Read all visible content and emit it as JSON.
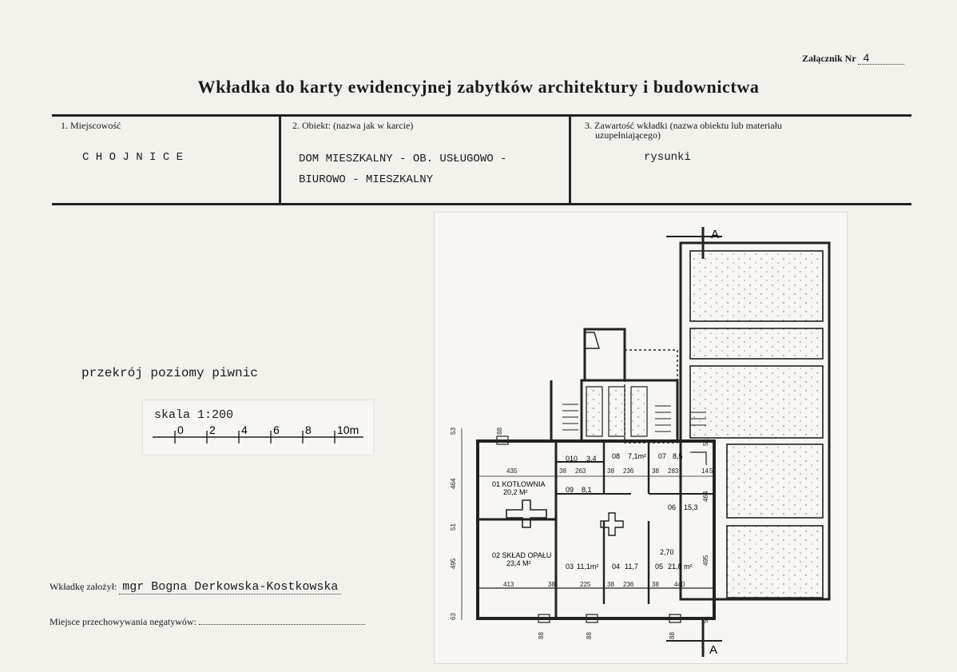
{
  "header": {
    "annex_label": "Załącznik Nr",
    "annex_number": "4",
    "title": "Wkładka do karty ewidencyjnej zabytków architektury i budownictwa"
  },
  "fields": [
    {
      "label": "1. Miejscowość",
      "value_lines": [
        "C H O J N I C E"
      ]
    },
    {
      "label": "2. Obiekt: (nazwa jak w karcie)",
      "value_lines": [
        "DOM MIESZKALNY - OB. USŁUGOWO -",
        "BIUROWO - MIESZKALNY"
      ]
    },
    {
      "label_lines": [
        "3. Zawartość wkładki (nazwa obiektu lub materiału",
        "uzupełniającego)"
      ],
      "value_lines": [
        "rysunki"
      ]
    }
  ],
  "drawing": {
    "caption": "przekrój poziomy piwnic",
    "scale_label": "skala 1:200",
    "scale_ticks": [
      "0",
      "2",
      "4",
      "6",
      "8",
      "10m"
    ],
    "section_mark": "A",
    "rooms": [
      {
        "label": "01 KOTŁOWNIA",
        "area": "20,2 M²"
      },
      {
        "label": "02 SKŁAD OPAŁU",
        "area": "23,4 M²"
      },
      {
        "label": "03",
        "area": "11,1m²"
      },
      {
        "label": "04",
        "area": "11,7"
      },
      {
        "label": "05",
        "area": "21,8 m²"
      },
      {
        "label": "06",
        "area": "15,3"
      },
      {
        "label": "07",
        "area": "8,5"
      },
      {
        "label": "08",
        "area": "7,1m²"
      },
      {
        "label": "09",
        "area": "8,1"
      },
      {
        "label": "010",
        "area": "3,4"
      }
    ],
    "dimensions": {
      "top_row": [
        "435",
        "38",
        "263",
        "38",
        "236",
        "38",
        "283",
        "14",
        "5"
      ],
      "bottom_row": [
        "413",
        "38",
        "225",
        "38",
        "236",
        "38",
        "440"
      ],
      "left_side": [
        "53",
        "464",
        "51",
        "495",
        "63"
      ],
      "right_side": [
        "51",
        "464",
        "495",
        "51"
      ],
      "openings": [
        "88",
        "88",
        "88",
        "88"
      ],
      "level_marks": [
        "2,70"
      ]
    }
  },
  "footer": {
    "author_label": "Wkładkę założył:",
    "author_name": "mgr Bogna Derkowska-Kostkowska",
    "negatives_label": "Miejsce przechowywania negatywów:"
  }
}
